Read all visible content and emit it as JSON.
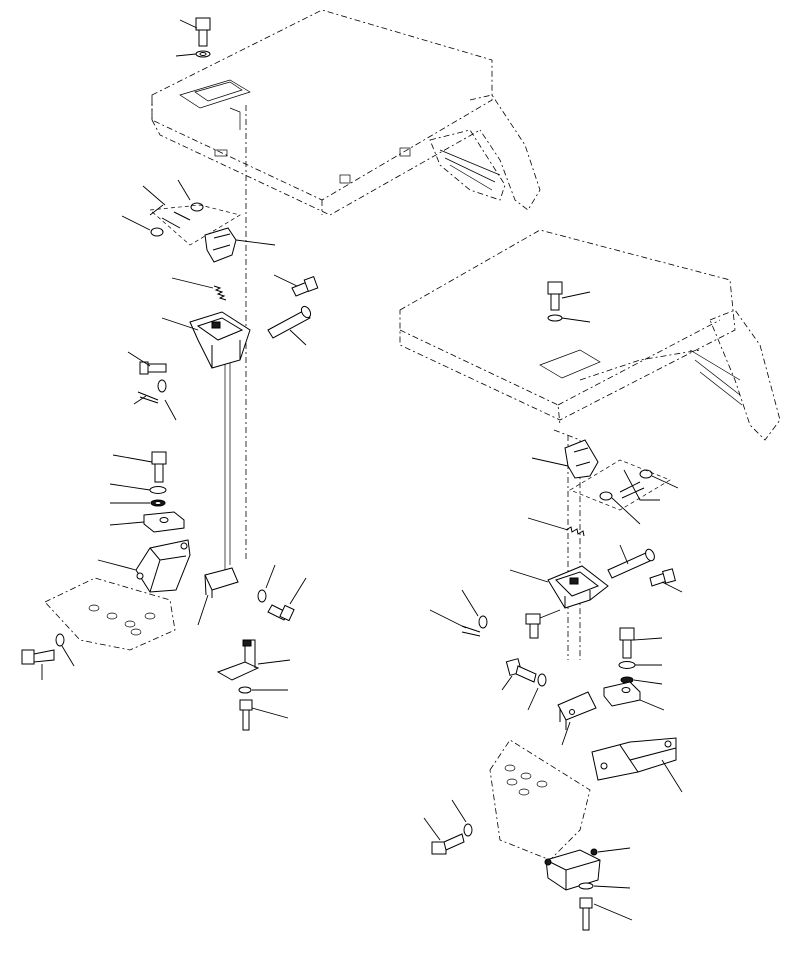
{
  "figure": {
    "kind": "exploded parts diagram",
    "line_color": "#000000",
    "background": "#ffffff",
    "assemblies": [
      {
        "name": "left-assembly",
        "leader_count": 30
      },
      {
        "name": "right-assembly",
        "leader_count": 29
      }
    ]
  }
}
